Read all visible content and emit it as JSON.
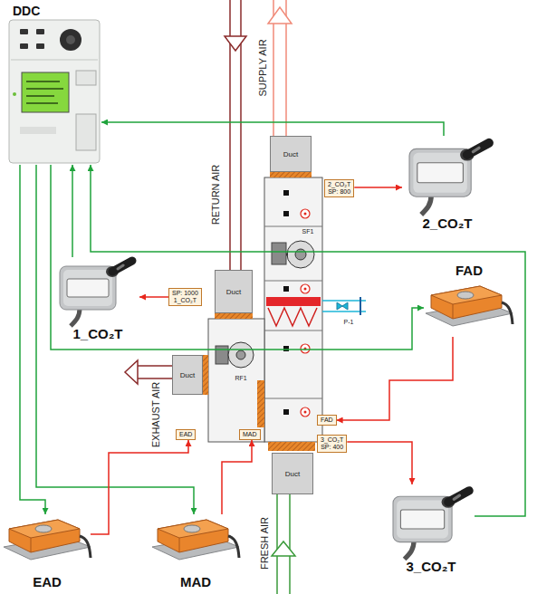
{
  "diagram": {
    "nodes": [
      {
        "text": [
          "DDC"
        ]
      },
      {
        "text": [
          "Duct"
        ]
      },
      {
        "text": [
          "2_CO₂T",
          "SP: 800"
        ]
      },
      {
        "text": [
          "2_CO₂T"
        ]
      },
      {
        "text": [
          "Duct"
        ]
      },
      {
        "text": [
          "SP: 1000",
          "1_CO₂T"
        ]
      },
      {
        "text": [
          "1_CO₂T"
        ]
      },
      {
        "text": [
          "FAD"
        ]
      },
      {
        "text": [
          "Duct"
        ]
      },
      {
        "text": [
          "FAD"
        ]
      },
      {
        "text": [
          "EAD"
        ]
      },
      {
        "text": [
          "MAD"
        ]
      },
      {
        "text": [
          "3_CO₂T",
          "SP: 400"
        ]
      },
      {
        "text": [
          "Duct"
        ]
      },
      {
        "text": [
          "3_CO₂T"
        ]
      },
      {
        "text": [
          "EAD"
        ]
      },
      {
        "text": [
          "MAD"
        ]
      }
    ],
    "edges": [
      {
        "from": 0,
        "to": 15,
        "arrow": "to"
      },
      {
        "from": 0,
        "to": 16,
        "arrow": "to"
      },
      {
        "from": 0,
        "to": 7,
        "arrow": "to"
      },
      {
        "from": 3,
        "to": 0,
        "arrow": "to"
      },
      {
        "from": 6,
        "to": 0,
        "arrow": "to"
      },
      {
        "from": 14,
        "to": 0,
        "arrow": "to"
      },
      {
        "from": 2,
        "to": 3,
        "arrow": "to"
      },
      {
        "from": 5,
        "to": 6,
        "arrow": "to"
      },
      {
        "from": 7,
        "to": 9,
        "arrow": "to"
      },
      {
        "from": 12,
        "to": 14,
        "arrow": "to"
      },
      {
        "from": 15,
        "to": 10,
        "arrow": "to"
      },
      {
        "from": 16,
        "to": 11,
        "arrow": "to"
      }
    ],
    "labels": [
      "RETURN AIR",
      "SUPPLY AIR",
      "SF1",
      "P-1",
      "RF1",
      "EXHAUST AIR",
      "FRESH AIR"
    ]
  }
}
